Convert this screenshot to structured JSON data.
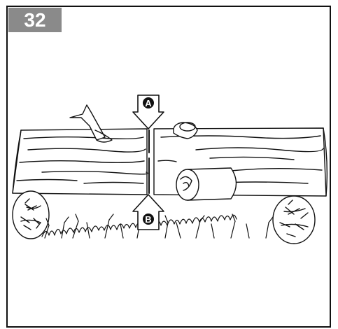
{
  "step": {
    "number": "32"
  },
  "callouts": {
    "a": "A",
    "b": "B"
  }
}
